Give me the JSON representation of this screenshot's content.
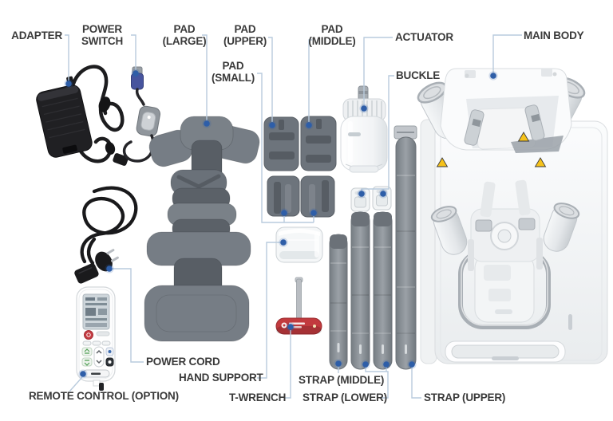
{
  "figure": {
    "type": "labeled-parts-diagram",
    "background": "#ffffff",
    "leader_line_color": "#b9cbdd",
    "marker_dot_color": "#2e5ea8",
    "label_text_color": "#3a3a3a",
    "accent_colors": {
      "t_wrench_red": "#c23a3e",
      "warning_yellow": "#f6c21a",
      "remote_power_red": "#c63c42"
    }
  },
  "labels": {
    "adapter": {
      "text": "ADAPTER"
    },
    "power_switch": {
      "line1": "POWER",
      "line2": "SWITCH"
    },
    "pad_large": {
      "line1": "PAD",
      "line2": "(LARGE)"
    },
    "pad_upper": {
      "line1": "PAD",
      "line2": "(UPPER)"
    },
    "pad_small": {
      "line1": "PAD",
      "line2": "(SMALL)"
    },
    "pad_middle": {
      "line1": "PAD",
      "line2": "(MIDDLE)"
    },
    "actuator": {
      "text": "ACTUATOR"
    },
    "buckle": {
      "text": "BUCKLE"
    },
    "main_body": {
      "text": "MAIN BODY"
    },
    "power_cord": {
      "text": "POWER CORD"
    },
    "remote_control": {
      "text": "REMOTE CONTROL (OPTION)"
    },
    "hand_support": {
      "text": "HAND SUPPORT"
    },
    "t_wrench": {
      "text": "T-WRENCH"
    },
    "strap_middle": {
      "text": "STRAP (MIDDLE)"
    },
    "strap_lower": {
      "text": "STRAP (LOWER)"
    },
    "strap_upper": {
      "text": "STRAP (UPPER)"
    }
  }
}
